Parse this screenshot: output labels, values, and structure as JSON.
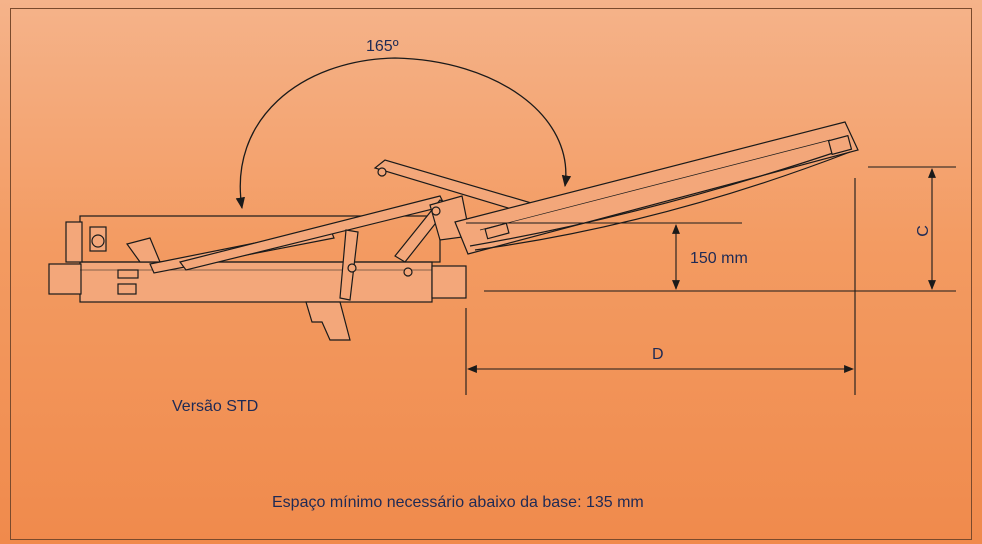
{
  "diagram": {
    "angle_label": "165º",
    "height_label": "150 mm",
    "dim_c_label": "C",
    "dim_d_label": "D",
    "version_label": "Versão STD",
    "footnote": "Espaço mínimo necessário abaixo da base: 135 mm"
  },
  "colors": {
    "line": "#1a1a1a",
    "text": "#1e2a55",
    "fill_part": "#f3a77a"
  }
}
